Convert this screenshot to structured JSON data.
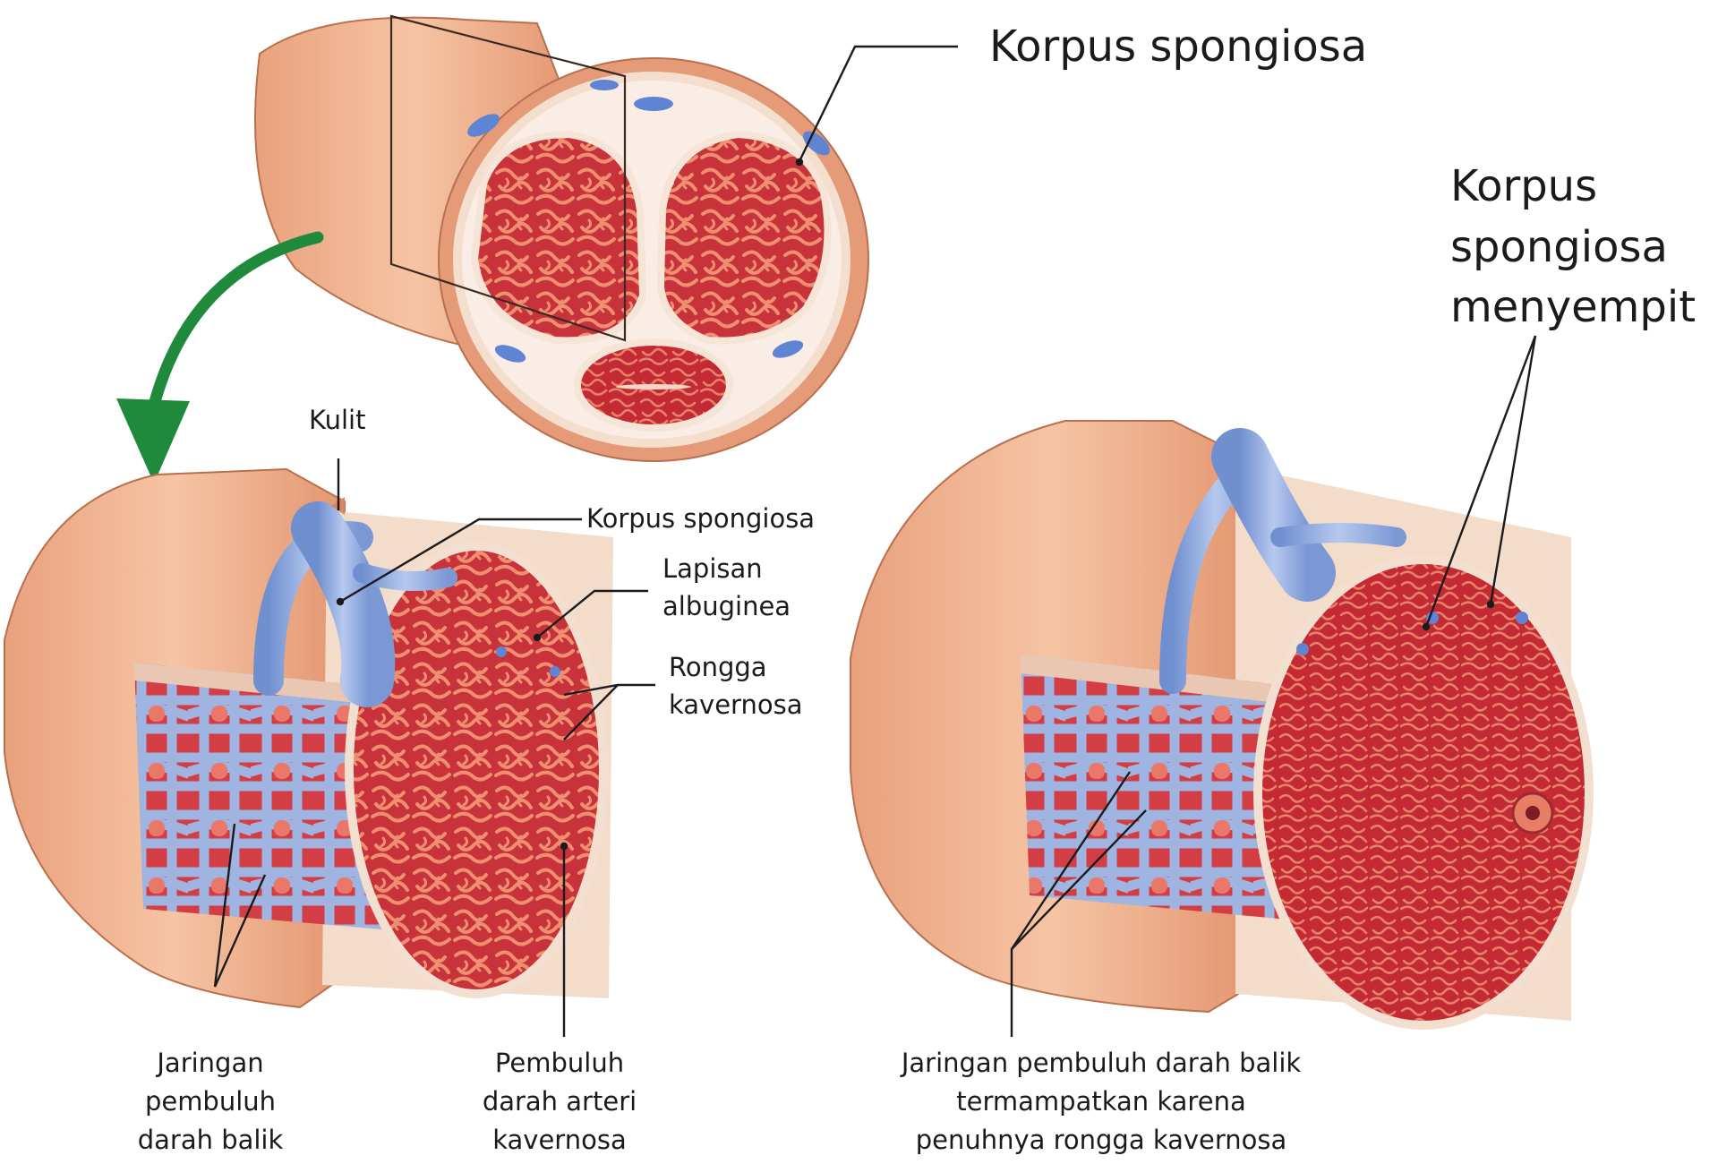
{
  "labels": {
    "korpus_spongiosa_top": "Korpus spongiosa",
    "korpus_spongiosa_menyempit": [
      "Korpus",
      "spongiosa",
      "menyempit"
    ],
    "kulit": "Kulit",
    "korpus_spongiosa_mid": "Korpus spongiosa",
    "lapisan_albuginea": [
      "Lapisan",
      "albuginea"
    ],
    "rongga_kavernosa": [
      "Rongga",
      "kavernosa"
    ],
    "jaringan_pembuluh_darah_balik": [
      "Jaringan",
      "pembuluh",
      "darah balik"
    ],
    "pembuluh_darah_arteri_kavernosa": [
      "Pembuluh",
      "darah arteri",
      "kavernosa"
    ],
    "jaringan_termampatkan": [
      "Jaringan pembuluh darah balik",
      "termampatkan karena",
      "penuhnya rongga kavernosa"
    ]
  },
  "colors": {
    "skin": "#f0b490",
    "skin_dark": "#d9865e",
    "tissue_red": "#c8323a",
    "tissue_light": "#e8806a",
    "vein_blue": "#8ea6d6",
    "membrane": "#f3e2d3",
    "arrow_green": "#1f8a3c",
    "leader": "#1b1b1b"
  }
}
